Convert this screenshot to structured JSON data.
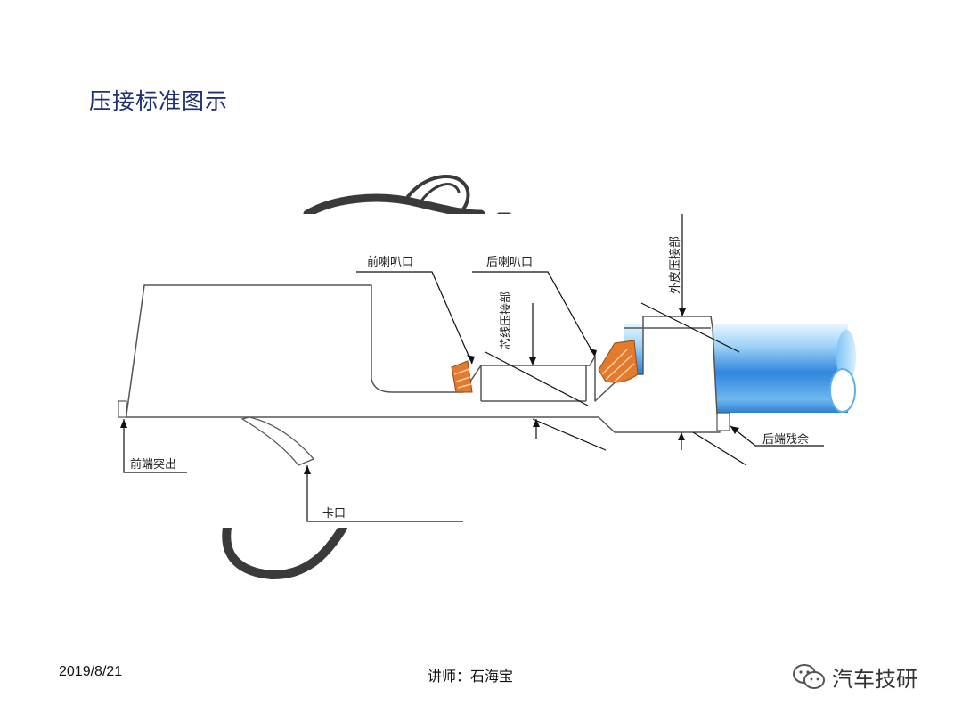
{
  "slide": {
    "title": "压接标准图示"
  },
  "labels": {
    "front_bellmouth": "前喇叭口",
    "rear_bellmouth": "后喇叭口",
    "conductor_crimp": "芯线压接部",
    "insulation_crimp": "外皮压接部",
    "front_protrusion": "前端突出",
    "rear_remainder": "后端残余",
    "lock": "卡口"
  },
  "footer": {
    "date": "2019/8/21",
    "lecturer": "讲师：石海宝",
    "watermark": "汽车技研"
  },
  "colors": {
    "title": "#1f2f74",
    "cable_blue": "#3a8fe0",
    "crimp_orange": "#e37a2e",
    "wire_dark": "#3a3a3a"
  }
}
